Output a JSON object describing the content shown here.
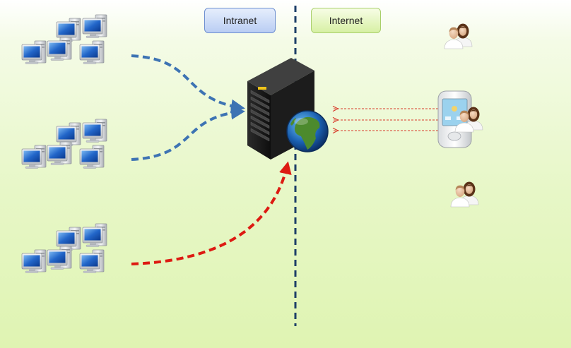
{
  "labels": {
    "intranet": "Intranet",
    "internet": "Internet"
  },
  "colors": {
    "intranet_link": "#3d73b3",
    "internet_link": "#dd1a12",
    "request_arrow": "#d83a2a",
    "zone_divider": "#1d3f68",
    "intranet_box": "#b9cdf3",
    "internet_box": "#d7f0a4"
  },
  "nodes": {
    "workstation_groups": 3,
    "server": "server-icon",
    "globe": "globe-icon",
    "user_groups": 3,
    "mobile_device": "mobile-phone-icon"
  }
}
